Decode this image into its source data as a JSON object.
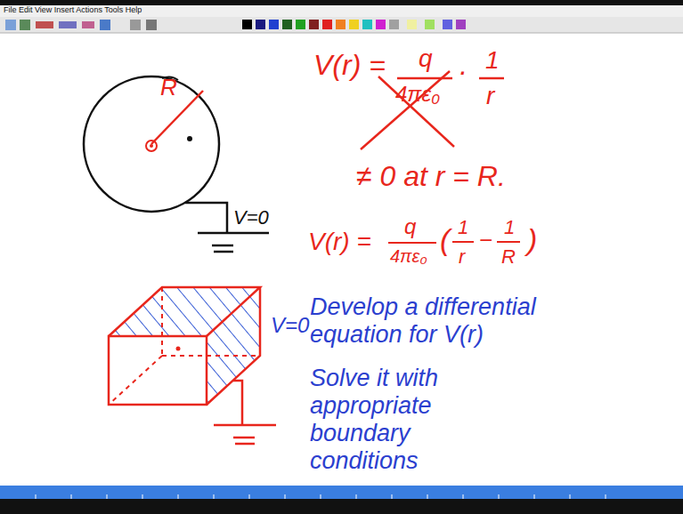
{
  "diagram": {
    "labels": [
      "File Edit View Insert Actions Tools Help",
      "R",
      "V=0",
      "V(r) =",
      "q",
      "4πε₀",
      "·",
      "1",
      "r",
      "≠ 0 at r = R.",
      "V(r) =",
      "q",
      "4πε₀",
      "(",
      "1",
      "r",
      "−",
      "1",
      "R",
      ")",
      "V=0",
      "Develop a differential equation for V(r)",
      "Solve it with appropriate boundary conditions"
    ]
  }
}
